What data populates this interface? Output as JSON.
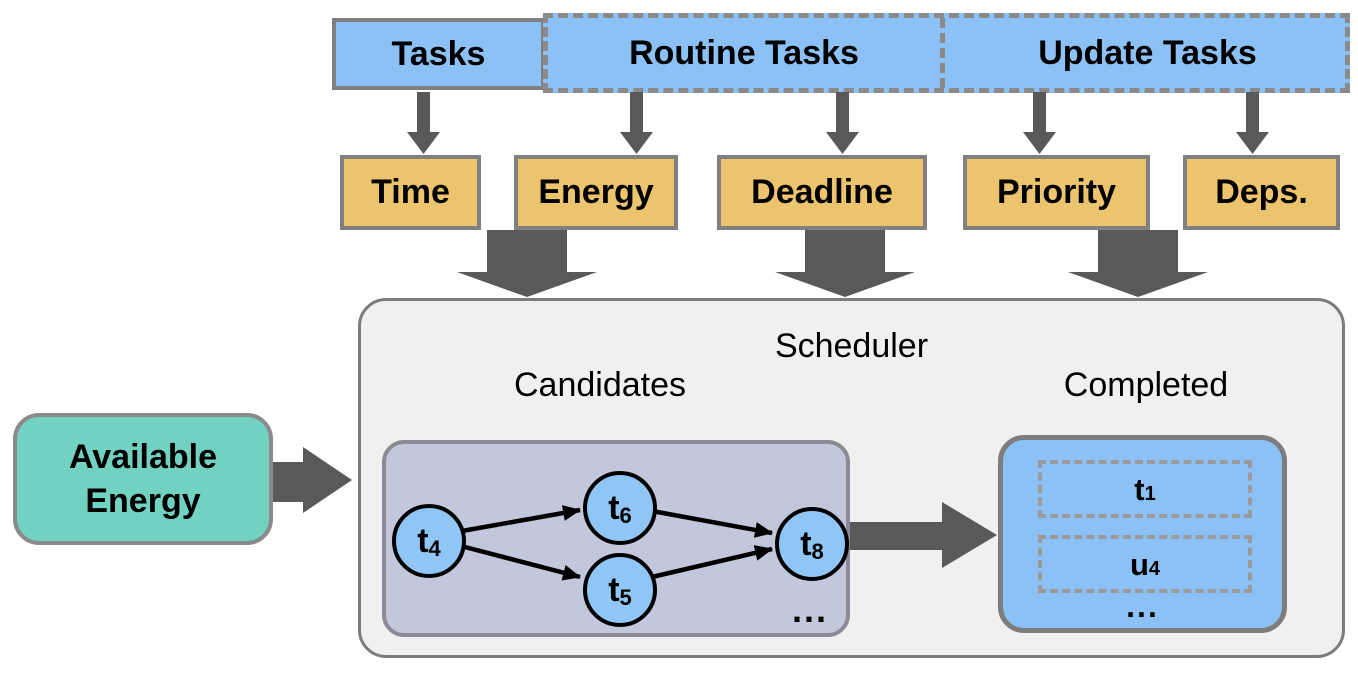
{
  "colors": {
    "task_blue": "#8cc1f5",
    "node_blue": "#90c6f6",
    "attribute_orange": "#ecc46d",
    "energy_teal": "#72d2c2",
    "candidates_lavender": "#c3c7db",
    "scheduler_gray": "#f0f0f0",
    "arrow_gray": "#595959",
    "border_gray": "#808080"
  },
  "task_sources": {
    "tasks": "Tasks",
    "routine_tasks": "Routine Tasks",
    "update_tasks": "Update Tasks"
  },
  "attributes": [
    {
      "label": "Time"
    },
    {
      "label": "Energy"
    },
    {
      "label": "Deadline"
    },
    {
      "label": "Priority"
    },
    {
      "label": "Deps."
    }
  ],
  "available_energy": {
    "line1": "Available",
    "line2": "Energy"
  },
  "scheduler": {
    "title": "Scheduler",
    "candidates": {
      "title": "Candidates",
      "nodes": [
        {
          "letter": "t",
          "sub": "4"
        },
        {
          "letter": "t",
          "sub": "6"
        },
        {
          "letter": "t",
          "sub": "5"
        },
        {
          "letter": "t",
          "sub": "8"
        }
      ],
      "ellipsis": "..."
    },
    "completed": {
      "title": "Completed",
      "items": [
        {
          "letter": "t",
          "sub": "1"
        },
        {
          "letter": "u",
          "sub": "4"
        }
      ],
      "ellipsis": "..."
    }
  }
}
